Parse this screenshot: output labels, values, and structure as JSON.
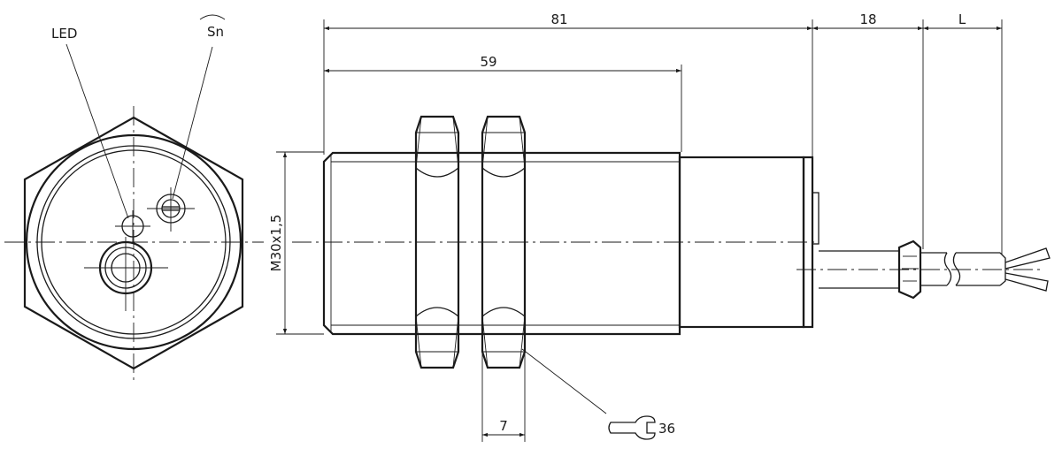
{
  "labels": {
    "led": "LED",
    "sn": "Sn",
    "thread": "M30x1,5",
    "wrench": "36"
  },
  "dimensions": {
    "overall_length": "81",
    "thread_length": "59",
    "cable_gland": "18",
    "cable_length": "L",
    "nut_thickness": "7"
  }
}
